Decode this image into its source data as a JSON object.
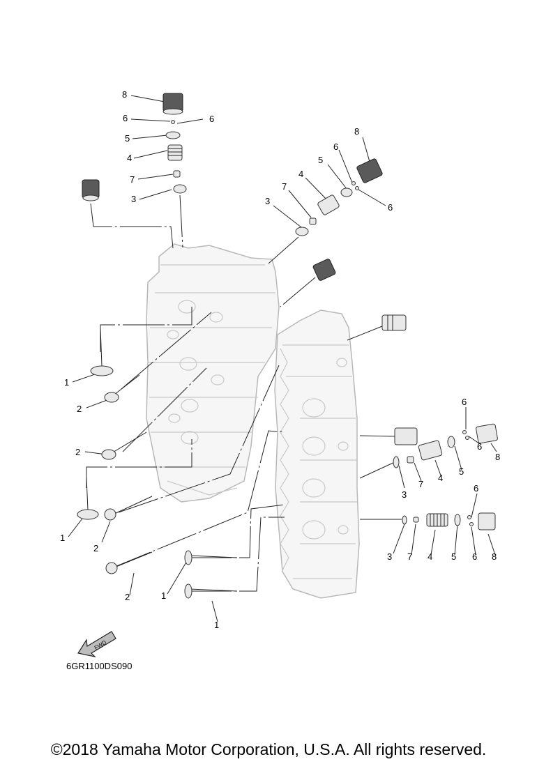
{
  "diagram": {
    "callouts": [
      {
        "id": "c1",
        "text": "8"
      },
      {
        "id": "c2",
        "text": "6"
      },
      {
        "id": "c3",
        "text": "6"
      },
      {
        "id": "c4",
        "text": "5"
      },
      {
        "id": "c5",
        "text": "4"
      },
      {
        "id": "c6",
        "text": "7"
      },
      {
        "id": "c7",
        "text": "3"
      },
      {
        "id": "c8",
        "text": "8"
      },
      {
        "id": "c9",
        "text": "6"
      },
      {
        "id": "c10",
        "text": "5"
      },
      {
        "id": "c11",
        "text": "4"
      },
      {
        "id": "c12",
        "text": "7"
      },
      {
        "id": "c13",
        "text": "3"
      },
      {
        "id": "c14",
        "text": "6"
      },
      {
        "id": "c15",
        "text": "1"
      },
      {
        "id": "c16",
        "text": "2"
      },
      {
        "id": "c17",
        "text": "2"
      },
      {
        "id": "c18",
        "text": "1"
      },
      {
        "id": "c19",
        "text": "2"
      },
      {
        "id": "c20",
        "text": "2"
      },
      {
        "id": "c21",
        "text": "1"
      },
      {
        "id": "c22",
        "text": "1"
      },
      {
        "id": "c23",
        "text": "6"
      },
      {
        "id": "c24",
        "text": "6"
      },
      {
        "id": "c25",
        "text": "8"
      },
      {
        "id": "c26",
        "text": "5"
      },
      {
        "id": "c27",
        "text": "4"
      },
      {
        "id": "c28",
        "text": "7"
      },
      {
        "id": "c29",
        "text": "3"
      },
      {
        "id": "c30",
        "text": "6"
      },
      {
        "id": "c31",
        "text": "3"
      },
      {
        "id": "c32",
        "text": "7"
      },
      {
        "id": "c33",
        "text": "4"
      },
      {
        "id": "c34",
        "text": "5"
      },
      {
        "id": "c35",
        "text": "6"
      },
      {
        "id": "c36",
        "text": "8"
      }
    ],
    "fwd_label": "FWD",
    "catalog_code": "6GR1100DS090"
  },
  "footer": {
    "copyright": "©2018 Yamaha Motor Corporation, U.S.A. All rights reserved."
  }
}
